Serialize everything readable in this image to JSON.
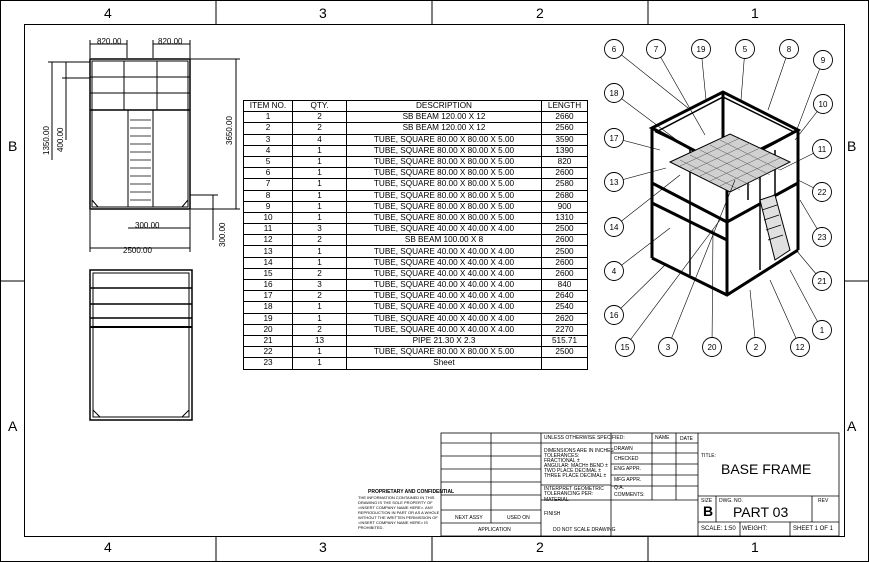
{
  "zones": {
    "top": [
      "4",
      "3",
      "2",
      "1"
    ],
    "bottom": [
      "4",
      "3",
      "2",
      "1"
    ],
    "left": [
      "B",
      "A"
    ],
    "right": [
      "B",
      "A"
    ]
  },
  "dimensions": {
    "top_left": "820.00",
    "top_right": "820.00",
    "left_outer": "1350.00",
    "left_inner": "400.00",
    "right_height": "3650.00",
    "width_300": "300.00",
    "height_300": "300.00",
    "total_width": "2500.00"
  },
  "bom": {
    "headers": [
      "ITEM NO.",
      "QTY.",
      "DESCRIPTION",
      "LENGTH"
    ],
    "rows": [
      [
        "1",
        "2",
        "SB BEAM 120.00 X 12",
        "2660"
      ],
      [
        "2",
        "2",
        "SB BEAM 120.00 X 12",
        "2560"
      ],
      [
        "3",
        "4",
        "TUBE, SQUARE 80.00 X 80.00 X 5.00",
        "3590"
      ],
      [
        "4",
        "1",
        "TUBE, SQUARE 80.00 X 80.00 X 5.00",
        "1390"
      ],
      [
        "5",
        "1",
        "TUBE, SQUARE 80.00 X 80.00 X 5.00",
        "820"
      ],
      [
        "6",
        "1",
        "TUBE, SQUARE 80.00 X 80.00 X 5.00",
        "2600"
      ],
      [
        "7",
        "1",
        "TUBE, SQUARE 80.00 X 80.00 X 5.00",
        "2580"
      ],
      [
        "8",
        "1",
        "TUBE, SQUARE 80.00 X 80.00 X 5.00",
        "2680"
      ],
      [
        "9",
        "1",
        "TUBE, SQUARE 80.00 X 80.00 X 5.00",
        "900"
      ],
      [
        "10",
        "1",
        "TUBE, SQUARE 80.00 X 80.00 X 5.00",
        "1310"
      ],
      [
        "11",
        "3",
        "TUBE, SQUARE 40.00 X 40.00 X 4.00",
        "2500"
      ],
      [
        "12",
        "2",
        "SB BEAM 100.00 X 8",
        "2600"
      ],
      [
        "13",
        "1",
        "TUBE, SQUARE 40.00 X 40.00 X 4.00",
        "2500"
      ],
      [
        "14",
        "1",
        "TUBE, SQUARE 40.00 X 40.00 X 4.00",
        "2600"
      ],
      [
        "15",
        "2",
        "TUBE, SQUARE 40.00 X 40.00 X 4.00",
        "2600"
      ],
      [
        "16",
        "3",
        "TUBE, SQUARE 40.00 X 40.00 X 4.00",
        "840"
      ],
      [
        "17",
        "2",
        "TUBE, SQUARE 40.00 X 40.00 X 4.00",
        "2640"
      ],
      [
        "18",
        "1",
        "TUBE, SQUARE 40.00 X 40.00 X 4.00",
        "2540"
      ],
      [
        "19",
        "1",
        "TUBE, SQUARE 40.00 X 40.00 X 4.00",
        "2620"
      ],
      [
        "20",
        "2",
        "TUBE, SQUARE 40.00 X 40.00 X 4.00",
        "2270"
      ],
      [
        "21",
        "13",
        "PIPE 21.30 X 2.3",
        "515.71"
      ],
      [
        "22",
        "1",
        "TUBE, SQUARE 80.00 X 80.00 X 5.00",
        "2500"
      ],
      [
        "23",
        "1",
        "Sheet",
        ""
      ]
    ]
  },
  "balloons": [
    "6",
    "7",
    "19",
    "5",
    "8",
    "9",
    "10",
    "18",
    "17",
    "11",
    "13",
    "22",
    "14",
    "23",
    "4",
    "21",
    "16",
    "1",
    "15",
    "3",
    "20",
    "2",
    "12"
  ],
  "title_block": {
    "tolerance_header": "UNLESS OTHERWISE SPECIFIED:",
    "name_header": "NAME",
    "date_header": "DATE",
    "dim_note": "DIMENSIONS ARE IN INCHES",
    "tolerances": "TOLERANCES:",
    "fractional": "FRACTIONAL ±",
    "angular": "ANGULAR: MACH± BEND ±",
    "two_place": "TWO PLACE DECIMAL ±",
    "three_place": "THREE PLACE DECIMAL ±",
    "interpret": "INTERPRET GEOMETRIC",
    "tolerancing": "TOLERANCING PER:",
    "material": "MATERIAL",
    "finish": "FINISH",
    "do_not_scale": "DO NOT SCALE DRAWING",
    "drawn": "DRAWN",
    "checked": "CHECKED",
    "eng_appr": "ENG APPR.",
    "mfg_appr": "MFG APPR.",
    "qa": "Q.A.",
    "comments": "COMMENTS:",
    "proprietary_title": "PROPRIETARY AND CONFIDENTIAL",
    "proprietary_text": "THE INFORMATION CONTAINED IN THIS DRAWING IS THE SOLE PROPERTY OF <INSERT COMPANY NAME HERE>. ANY REPRODUCTION IN PART OR AS A WHOLE WITHOUT THE WRITTEN PERMISSION OF <INSERT COMPANY NAME HERE> IS PROHIBITED.",
    "next_assy": "NEXT ASSY",
    "used_on": "USED ON",
    "application": "APPLICATION",
    "title_label": "TITLE:",
    "title": "BASE FRAME",
    "size_label": "SIZE",
    "size": "B",
    "dwg_no_label": "DWG. NO.",
    "dwg_no": "PART 03",
    "rev_label": "REV",
    "scale": "SCALE: 1:50",
    "weight": "WEIGHT:",
    "sheet": "SHEET 1 OF 1"
  }
}
